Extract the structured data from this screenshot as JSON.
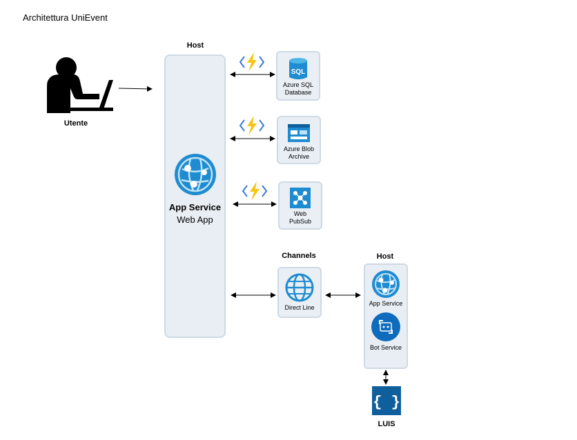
{
  "title": "Architettura UniEvent",
  "user": {
    "label": "Utente"
  },
  "host_main": {
    "header": "Host",
    "service_name": "App Service",
    "service_type": "Web App"
  },
  "resources": [
    {
      "label": "Azure SQL\nDatabase",
      "icon": "sql-database-icon",
      "glyph": "SQL"
    },
    {
      "label": "Azure Blob\nArchive",
      "icon": "blob-storage-icon"
    },
    {
      "label": "Web\nPubSub",
      "icon": "web-pubsub-icon"
    }
  ],
  "channels": {
    "header": "Channels",
    "label": "Direct Line",
    "icon": "globe-icon"
  },
  "host_bot": {
    "header": "Host",
    "app_service_label": "App Service",
    "bot_service_label": "Bot Service"
  },
  "luis": {
    "label": "LUIS",
    "glyph": "{ }"
  },
  "colors": {
    "azure_blue": "#1f8bd0",
    "light_blue": "#50b6e6",
    "lightning": "#f5c518",
    "code_bracket": "#3a7bd5",
    "panel_bg": "#e8eef4",
    "panel_border": "#cfd9e3"
  }
}
